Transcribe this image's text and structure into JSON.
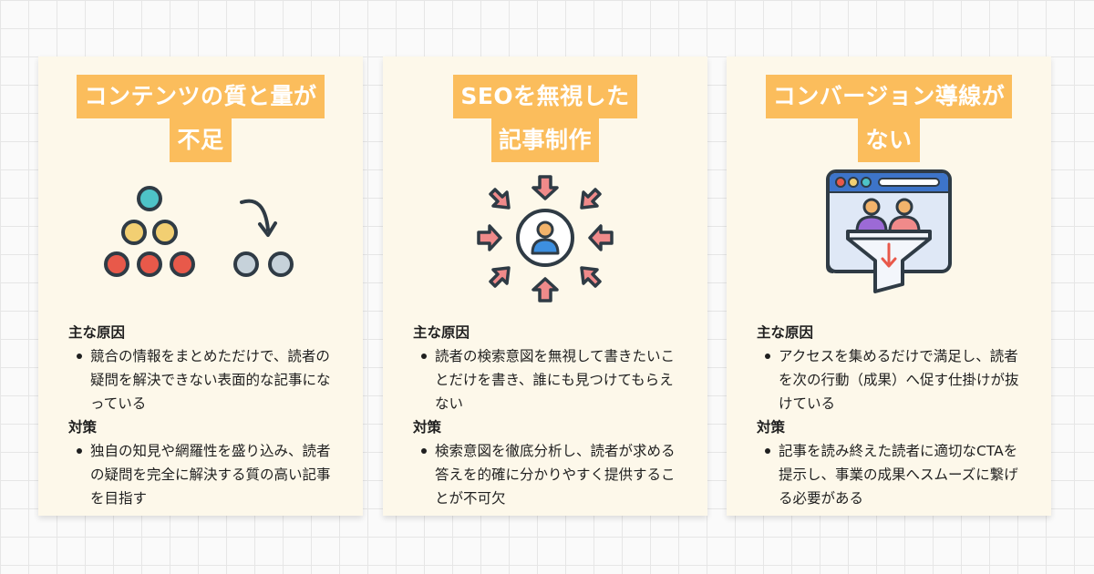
{
  "cards": [
    {
      "title_lines": [
        "コンテンツの質と量が",
        "不足"
      ],
      "cause_heading": "主な原因",
      "cause_text": "競合の情報をまとめただけで、読者の疑問を解決できない表面的な記事になっている",
      "measure_heading": "対策",
      "measure_text": "独自の知見や網羅性を盛り込み、読者の疑問を完全に解決する質の高い記事を目指す",
      "icon": "dots-pyramid-reduction-icon"
    },
    {
      "title_lines": [
        "SEOを無視した",
        "記事制作"
      ],
      "cause_heading": "主な原因",
      "cause_text": "読者の検索意図を無視して書きたいことだけを書き、誰にも見つけてもらえない",
      "measure_heading": "対策",
      "measure_text": "検索意図を徹底分析し、読者が求める答えを的確に分かりやすく提供することが不可欠",
      "icon": "user-target-arrows-icon"
    },
    {
      "title_lines": [
        "コンバージョン導線が",
        "ない"
      ],
      "cause_heading": "主な原因",
      "cause_text": "アクセスを集めるだけで満足し、読者を次の行動（成果）へ促す仕掛けが抜けている",
      "measure_heading": "対策",
      "measure_text": "記事を読み終えた読者に適切なCTAを提示し、事業の成果へスムーズに繋げる必要がある",
      "icon": "browser-funnel-users-icon"
    }
  ],
  "colors": {
    "card_bg": "#fdf8ea",
    "title_bg": "#fbbd5c",
    "title_text": "#ffffff",
    "accent_red": "#e8594a",
    "accent_yellow": "#f2cf72",
    "accent_teal": "#4ec3c7",
    "accent_blue": "#3d8fe0",
    "accent_pink": "#f08a8a"
  }
}
